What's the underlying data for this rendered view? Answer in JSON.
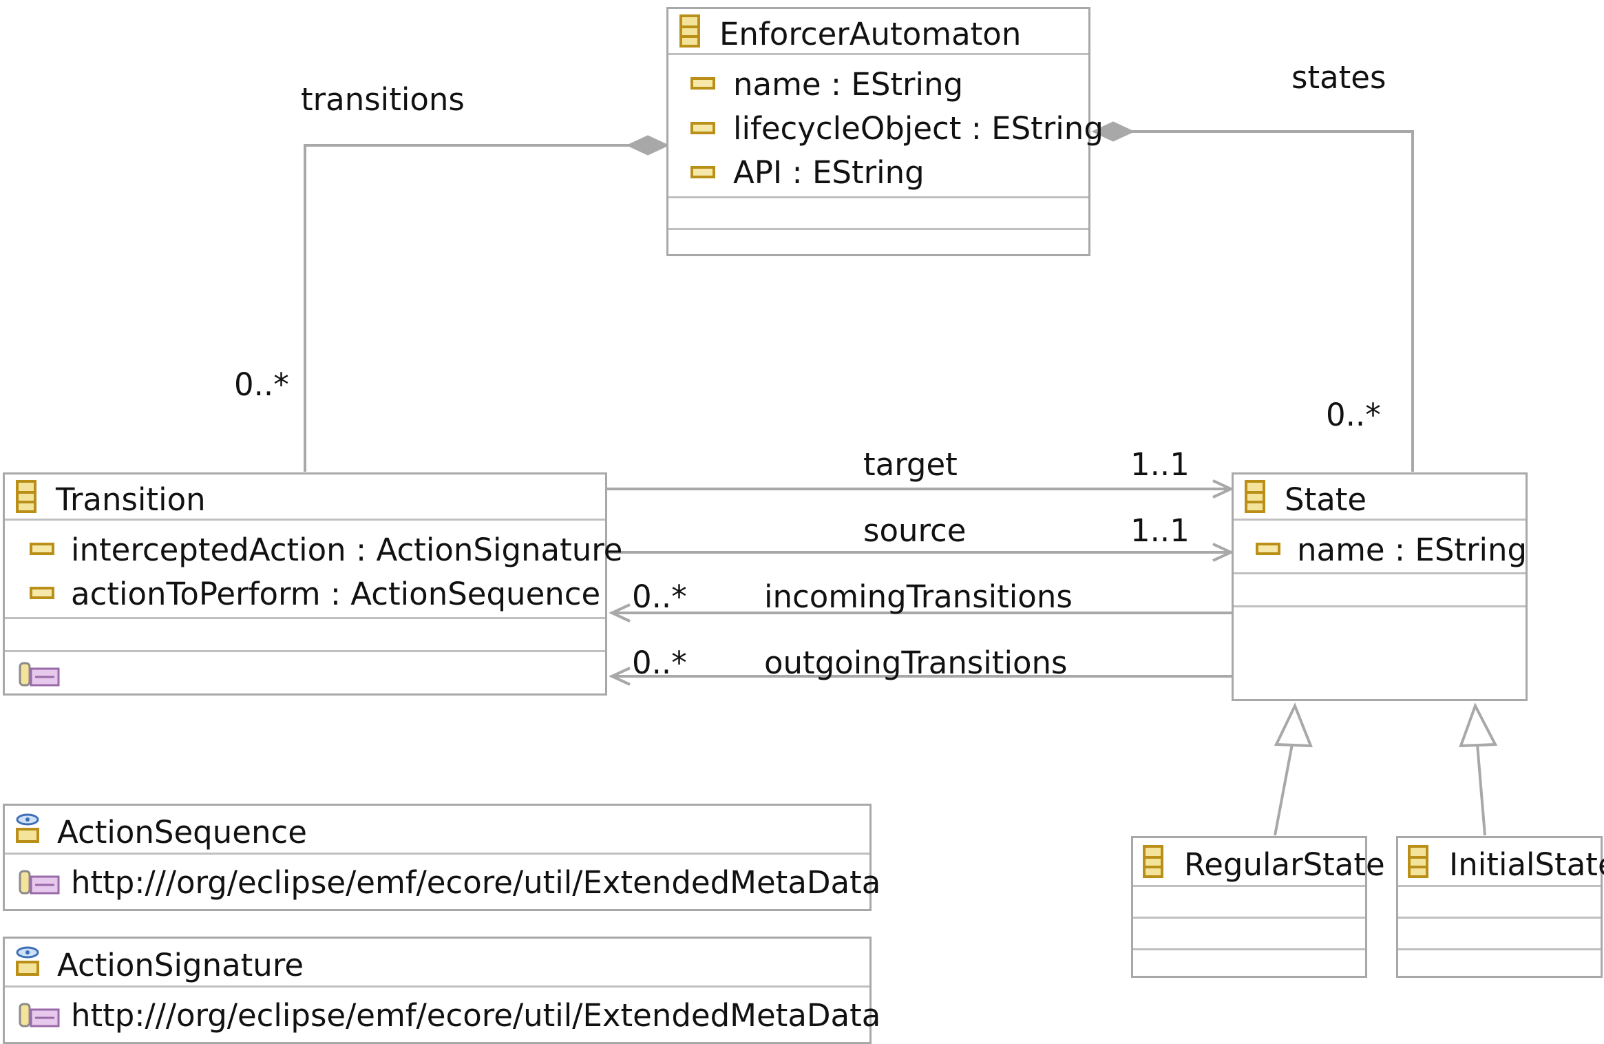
{
  "classes": {
    "enforcer": {
      "name": "EnforcerAutomaton",
      "attributes": [
        "name : EString",
        "lifecycleObject : EString",
        "API : EString"
      ]
    },
    "transition": {
      "name": "Transition",
      "attributes": [
        "interceptedAction : ActionSignature",
        "actionToPerform : ActionSequence"
      ]
    },
    "state": {
      "name": "State",
      "attributes": [
        "name : EString"
      ]
    },
    "regular_state": {
      "name": "RegularState"
    },
    "initial_state": {
      "name": "InitialState"
    }
  },
  "datatypes": {
    "action_sequence": {
      "name": "ActionSequence",
      "annotation": "http:///org/eclipse/emf/ecore/util/ExtendedMetaData"
    },
    "action_signature": {
      "name": "ActionSignature",
      "annotation": "http:///org/eclipse/emf/ecore/util/ExtendedMetaData"
    }
  },
  "associations": {
    "transitions": {
      "label": "transitions",
      "multiplicity": "0..*"
    },
    "states": {
      "label": "states",
      "multiplicity": "0..*"
    },
    "target": {
      "label": "target",
      "multiplicity": "1..1"
    },
    "source": {
      "label": "source",
      "multiplicity": "1..1"
    },
    "incoming": {
      "label": "incomingTransitions",
      "multiplicity": "0..*"
    },
    "outgoing": {
      "label": "outgoingTransitions",
      "multiplicity": "0..*"
    }
  },
  "colors": {
    "line": "#a8a8a8",
    "icon_stroke": "#b98f18",
    "icon_fill": "#f4e39a"
  }
}
